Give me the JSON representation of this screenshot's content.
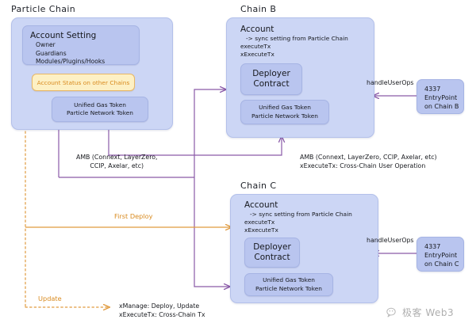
{
  "diagram": {
    "title_particle": "Particle Chain",
    "title_chain_b": "Chain B",
    "title_chain_c": "Chain C"
  },
  "particle_chain": {
    "account_setting": {
      "title": "Account Setting",
      "lines": [
        "Owner",
        "Guardians",
        "Modules/Plugins/Hooks"
      ]
    },
    "status_box": {
      "label": "Account Status on other Chains"
    },
    "token_card": {
      "lines": [
        "Unified Gas Token",
        "Particle Network Token"
      ]
    }
  },
  "chain_b": {
    "account": {
      "title": "Account",
      "lines": [
        "-> sync setting from Particle Chain",
        "executeTx",
        "xExecuteTx"
      ]
    },
    "deployer": {
      "line1": "Deployer",
      "line2": "Contract"
    },
    "token_card": {
      "lines": [
        "Unified Gas Token",
        "Particle Network Token"
      ]
    },
    "entrypoint": {
      "lines": [
        "4337",
        "EntryPoint",
        "on Chain B"
      ]
    },
    "handle_label": "handleUserOps"
  },
  "chain_c": {
    "account": {
      "title": "Account",
      "lines": [
        "-> sync setting from Particle Chain",
        "executeTx",
        "xExecuteTx"
      ]
    },
    "deployer": {
      "line1": "Deployer",
      "line2": "Contract"
    },
    "token_card": {
      "lines": [
        "Unified Gas Token",
        "Particle Network Token"
      ]
    },
    "entrypoint": {
      "lines": [
        "4337",
        "EntryPoint",
        "on Chain C"
      ]
    },
    "handle_label": "handleUserOps"
  },
  "edges": {
    "amb_left_line1": "AMB (Connext, LayerZero,",
    "amb_left_line2": "CCIP, Axelar, etc)",
    "amb_right_line1": "AMB (Connext, LayerZero, CCIP, Axelar, etc)",
    "amb_right_line2": "xExecuteTx: Cross-Chain User Operation",
    "first_deploy": "First Deploy",
    "update": "Update"
  },
  "legend": {
    "line1": "xManage: Deploy, Update",
    "line2": "xExecuteTx: Cross-Chain Tx"
  },
  "watermark": {
    "text": "极客 Web3",
    "icon": "wechat-icon"
  },
  "colors": {
    "purple_edge": "#8a5aa8",
    "orange_edge": "#e09a3e",
    "chain_fill": "#ccd6f5",
    "card_fill": "#b9c5ef",
    "status_fill": "#fdf0c4",
    "status_text": "#d98b20"
  }
}
